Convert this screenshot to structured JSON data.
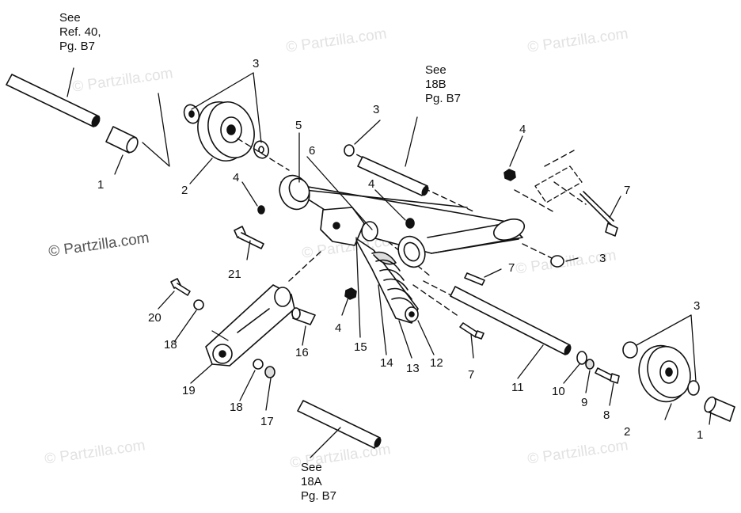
{
  "watermark": "© Partzilla.com",
  "copyright": "© Partzilla.com",
  "notes": [
    {
      "line1": "See",
      "line2": "Ref. 40,",
      "line3": "Pg. B7"
    },
    {
      "line1": "See",
      "line2": "18B",
      "line3": "Pg. B7"
    },
    {
      "line1": "See",
      "line2": "18A",
      "line3": "Pg. B7"
    }
  ],
  "callouts": {
    "c1": "1",
    "c2": "2",
    "c3": "3",
    "c4": "4",
    "c5": "5",
    "c6": "6",
    "c7": "7",
    "c8": "8",
    "c9": "9",
    "c10": "10",
    "c11": "11",
    "c12": "12",
    "c13": "13",
    "c14": "14",
    "c15": "15",
    "c16": "16",
    "c17": "17",
    "c18": "18",
    "c19": "19",
    "c20": "20",
    "c21": "21"
  }
}
